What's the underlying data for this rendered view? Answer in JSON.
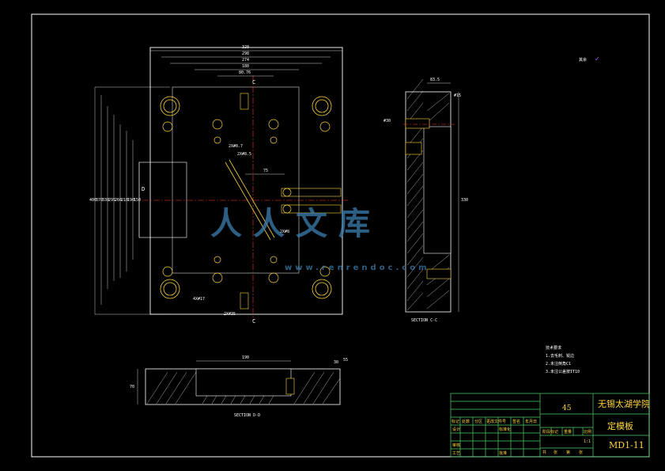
{
  "notes": {
    "heading": "技术要求",
    "items": [
      "1.去毛刺、锐边",
      "2.未注倒角C1",
      "3.未注公差按IT10"
    ]
  },
  "title_block": {
    "material": "45",
    "school": "无锡太湖学院",
    "part_name": "定模板",
    "drawing_no": "MD1-11",
    "scale": "1:1",
    "header_labels": [
      "标记",
      "处数",
      "分区",
      "更改文件号",
      "签名",
      "年月日"
    ],
    "row_labels": [
      "设计",
      "标准化",
      "审核",
      "工艺"
    ],
    "right_labels": [
      "阶段标记",
      "重量",
      "比例"
    ],
    "sheet_labels": [
      "共",
      "张",
      "第",
      "张"
    ],
    "approve_label": "批准"
  },
  "surface_finish": "其余",
  "section_labels": {
    "cc": "SECTION C-C",
    "dd": "SECTION D-D",
    "c_top": "C",
    "c_bottom": "C",
    "d_left": "D"
  },
  "dimensions": {
    "top": [
      "320",
      "298",
      "274",
      "180",
      "80.76"
    ],
    "left": [
      "400",
      "370",
      "330",
      "295",
      "260",
      "210",
      "190",
      "150"
    ],
    "mid": [
      "75"
    ],
    "angles": [
      "2X#8.7",
      "2X#8.5",
      "2X#8",
      "4X#17",
      "2X#35"
    ],
    "right_view": [
      "83.5",
      "#15",
      "#30",
      "330"
    ],
    "bottom_view": [
      "190",
      "55",
      "30",
      "70"
    ]
  },
  "watermark": {
    "brand": "人人文库",
    "url": "www.renrendoc.com"
  },
  "colors": {
    "background": "#000000",
    "outline": "#ffffff",
    "center": "#ff3030",
    "hole": "#ffd43b",
    "dim": "#4bd36b"
  }
}
